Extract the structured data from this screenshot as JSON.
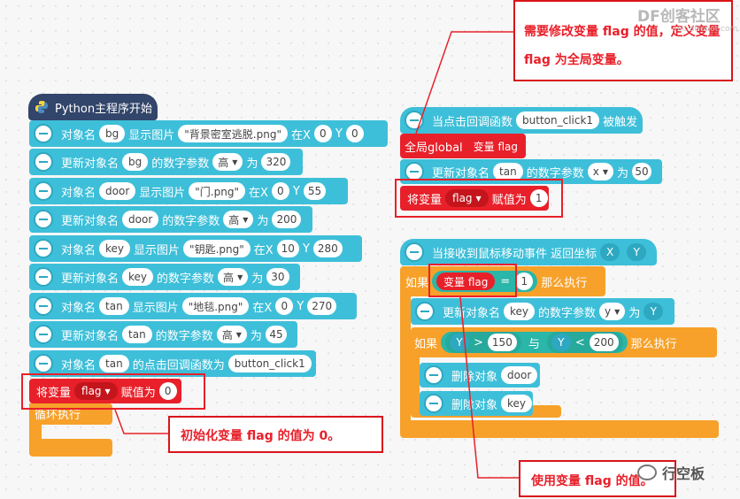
{
  "watermark": {
    "brand": "DF创客社区",
    "url": "mc.dfrobot.com.cn",
    "footer": "行空板"
  },
  "main_script": {
    "header": "Python主程序开始",
    "rows": [
      {
        "label": "对象名",
        "obj": "bg",
        "verb": "显示图片",
        "file": "\"背景密室逃脱.png\"",
        "at_x": "在X",
        "x": "0",
        "y_label": "Y",
        "y": "0"
      },
      {
        "label": "更新对象名",
        "obj": "bg",
        "verb": "的数字参数",
        "param": "高",
        "to": "为",
        "value": "320"
      },
      {
        "label": "对象名",
        "obj": "door",
        "verb": "显示图片",
        "file": "\"门.png\"",
        "at_x": "在X",
        "x": "0",
        "y_label": "Y",
        "y": "55"
      },
      {
        "label": "更新对象名",
        "obj": "door",
        "verb": "的数字参数",
        "param": "高",
        "to": "为",
        "value": "200"
      },
      {
        "label": "对象名",
        "obj": "key",
        "verb": "显示图片",
        "file": "\"钥匙.png\"",
        "at_x": "在X",
        "x": "10",
        "y_label": "Y",
        "y": "280"
      },
      {
        "label": "更新对象名",
        "obj": "key",
        "verb": "的数字参数",
        "param": "高",
        "to": "为",
        "value": "30"
      },
      {
        "label": "对象名",
        "obj": "tan",
        "verb": "显示图片",
        "file": "\"地毯.png\"",
        "at_x": "在X",
        "x": "0",
        "y_label": "Y",
        "y": "270"
      },
      {
        "label": "更新对象名",
        "obj": "tan",
        "verb": "的数字参数",
        "param": "高",
        "to": "为",
        "value": "45"
      },
      {
        "label": "对象名",
        "obj": "tan",
        "verb": "的点击回调函数为",
        "callback": "button_click1"
      }
    ],
    "set_var": {
      "label": "将变量",
      "var": "flag",
      "assign": "赋值为",
      "value": "0"
    },
    "loop": "循环执行"
  },
  "callback_script": {
    "header_prefix": "当点击回调函数",
    "header_fn": "button_click1",
    "header_suffix": "被触发",
    "global": {
      "label": "全局global",
      "var": "变量 flag"
    },
    "update": {
      "label": "更新对象名",
      "obj": "tan",
      "verb": "的数字参数",
      "param": "x",
      "to": "为",
      "value": "50"
    },
    "set_var": {
      "label": "将变量",
      "var": "flag",
      "assign": "赋值为",
      "value": "1"
    }
  },
  "mouse_script": {
    "header": "当接收到鼠标移动事件 返回坐标",
    "x": "X",
    "y": "Y",
    "if1": {
      "label": "如果",
      "var": "变量 flag",
      "op": "=",
      "value": "1",
      "then": "那么执行"
    },
    "update": {
      "label": "更新对象名",
      "obj": "key",
      "verb": "的数字参数",
      "param": "y",
      "to": "为",
      "value": "Y"
    },
    "if2": {
      "label": "如果",
      "a": "Y",
      "op1": ">",
      "v1": "150",
      "and": "与",
      "b": "Y",
      "op2": "<",
      "v2": "200",
      "then": "那么执行"
    },
    "del1": {
      "label": "删除对象",
      "obj": "door"
    },
    "del2": {
      "label": "删除对象",
      "obj": "key"
    }
  },
  "annotations": {
    "top": "需要修改变量 flag 的值，定义变量 flag 为全局变量。",
    "bottom_left": "初始化变量 flag 的值为 0。",
    "bottom_right": "使用变量 flag 的值。"
  },
  "colors": {
    "header": "#32456a",
    "block": "#3ebfd9",
    "variable": "#e8202a",
    "control": "#f7a12a",
    "logic": "#2ab6a8",
    "annotation": "#d9141b"
  }
}
